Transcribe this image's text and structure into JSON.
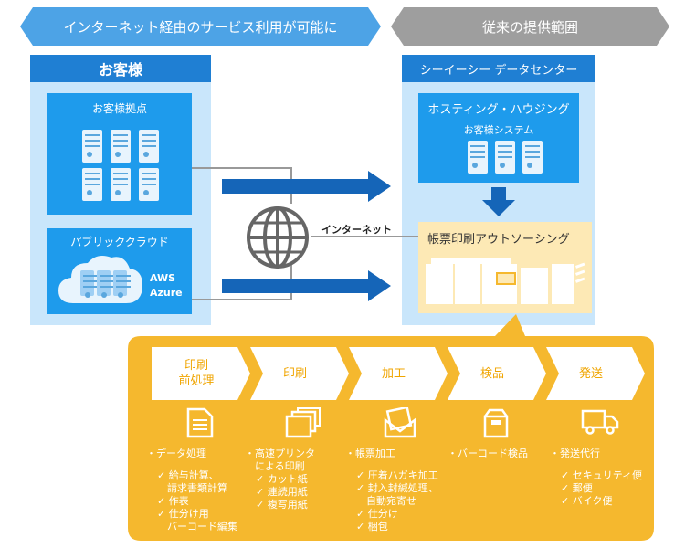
{
  "banners": {
    "left": "インターネット経由のサービス利用が可能に",
    "right": "従来の提供範囲"
  },
  "customer": {
    "header": "お客様",
    "site_label": "お客様拠点",
    "cloud_label": "パブリッククラウド",
    "cloud_names": [
      "AWS",
      "Azure"
    ]
  },
  "datacenter": {
    "header": "シーイーシー データセンター",
    "hosting_label": "ホスティング・ハウジング",
    "system_label": "お客様システム",
    "outsourcing_label": "帳票印刷アウトソーシング"
  },
  "network": {
    "internet_label": "インターネット"
  },
  "steps": [
    {
      "label_lines": [
        "印刷",
        "前処理"
      ]
    },
    {
      "label_lines": [
        "印刷"
      ]
    },
    {
      "label_lines": [
        "加工"
      ]
    },
    {
      "label_lines": [
        "検品"
      ]
    },
    {
      "label_lines": [
        "発送"
      ]
    }
  ],
  "columns": [
    {
      "icon": "document-icon",
      "title": "・データ処理",
      "items": [
        "✓ 給与計算、",
        "　請求書類計算",
        "✓ 作表",
        "✓ 仕分け用",
        "　バーコード編集"
      ]
    },
    {
      "icon": "paper-stack-icon",
      "title": "・高速プリンタ\n　による印刷",
      "items": [
        "✓ カット紙",
        "✓ 連続用紙",
        "✓ 複写用紙"
      ]
    },
    {
      "icon": "envelope-icon",
      "title": "・帳票加工",
      "items": [
        "✓ 圧着ハガキ加工",
        "✓ 封入封緘処理、",
        "　自動宛寄せ",
        "✓ 仕分け",
        "✓ 梱包"
      ]
    },
    {
      "icon": "box-icon",
      "title": "・バーコード検品",
      "items": []
    },
    {
      "icon": "truck-icon",
      "title": "・発送代行",
      "items": [
        "✓ セキュリティ便",
        "✓ 郵便",
        "✓ バイク便"
      ]
    }
  ],
  "colors": {
    "blue_banner": "#4da3e6",
    "gray_banner": "#9e9e9e",
    "panel_light": "#c9e6fb",
    "header_dark": "#1f7fd3",
    "box_blue": "#1e9bec",
    "arrow_dark": "#1565b8",
    "orange": "#f5b82e",
    "orange_light": "#fde9b5"
  }
}
